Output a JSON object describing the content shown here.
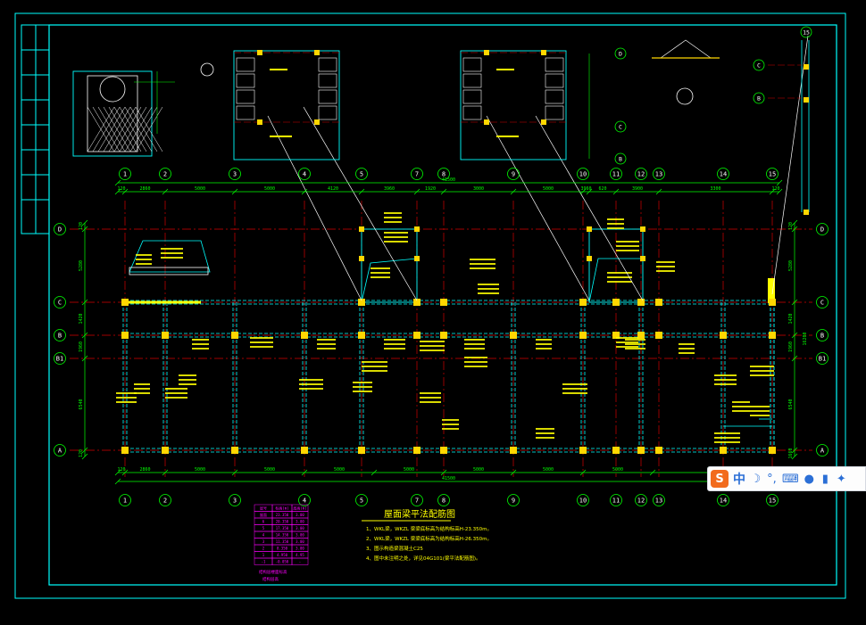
{
  "colors": {
    "bg": "#000000",
    "frame": "#00ffff",
    "grid": "#d40000",
    "dim": "#00ff00",
    "bubble": "#ffffff",
    "wall": "#00ffff",
    "note": "#ffff00",
    "column": "#ffd700",
    "table": "#ff00ff",
    "leader": "#ffffff"
  },
  "axes_x": [
    "1",
    "2",
    "3",
    "4",
    "5",
    "7",
    "8",
    "9",
    "10",
    "11",
    "12",
    "13",
    "14",
    "15"
  ],
  "axes_y": [
    "D",
    "C",
    "B",
    "B1",
    "A"
  ],
  "top_spans": [
    "120",
    "2860",
    "5000",
    "5000",
    "4120",
    "3960",
    "1920",
    "3000",
    "5000",
    "3960",
    "620",
    "3900",
    "3300",
    "120"
  ],
  "bottom_spans": [
    "120",
    "2860",
    "5000",
    "5000",
    "5000",
    "5000",
    "5000",
    "5000",
    "5000",
    "3300",
    "120"
  ],
  "overall_top": "41500",
  "overall_bottom": "41500",
  "left_dims": [
    "120",
    "5280",
    "1420",
    "1960",
    "6540",
    "120"
  ],
  "right_dims": [
    "120",
    "5280",
    "1420",
    "1960",
    "6540",
    "1660"
  ],
  "right_total": "16200",
  "detail_axes": [
    "D",
    "C",
    "B"
  ],
  "side_axis_15": "15",
  "side_axes": [
    "C",
    "B"
  ],
  "title": "屋面梁平法配筋图",
  "notes": [
    "1、WKL梁，WKZL 梁梁底标高为结构标高H-23.350m。",
    "2、WKL梁，WKZL 梁梁底标高为结构标高H-26.350m。",
    "3、图示构造梁混凝土C25",
    "4、图中未注明之处，详见04G101(梁平法配筋图)。"
  ],
  "table_header": [
    "层号",
    "标高(m)",
    "层高(m)"
  ],
  "table_rows": [
    [
      "屋面",
      "23.350",
      "3.00"
    ],
    [
      "6",
      "20.350",
      "3.00"
    ],
    [
      "5",
      "17.350",
      "3.00"
    ],
    [
      "4",
      "14.350",
      "3.00"
    ],
    [
      "3",
      "11.350",
      "3.00"
    ],
    [
      "2",
      "8.350",
      "3.00"
    ],
    [
      "1",
      "4.950",
      "4.95"
    ],
    [
      "-1",
      "-0.050",
      "-"
    ]
  ],
  "table_caption": "结构层楼面标高",
  "table_caption2": "结构层高",
  "ime": {
    "logo": "S",
    "lang": "中",
    "moon": "☽",
    "punct": "°,",
    "keyboard": "⌨",
    "mic": "●",
    "skin": "▮",
    "tools": "✦"
  }
}
